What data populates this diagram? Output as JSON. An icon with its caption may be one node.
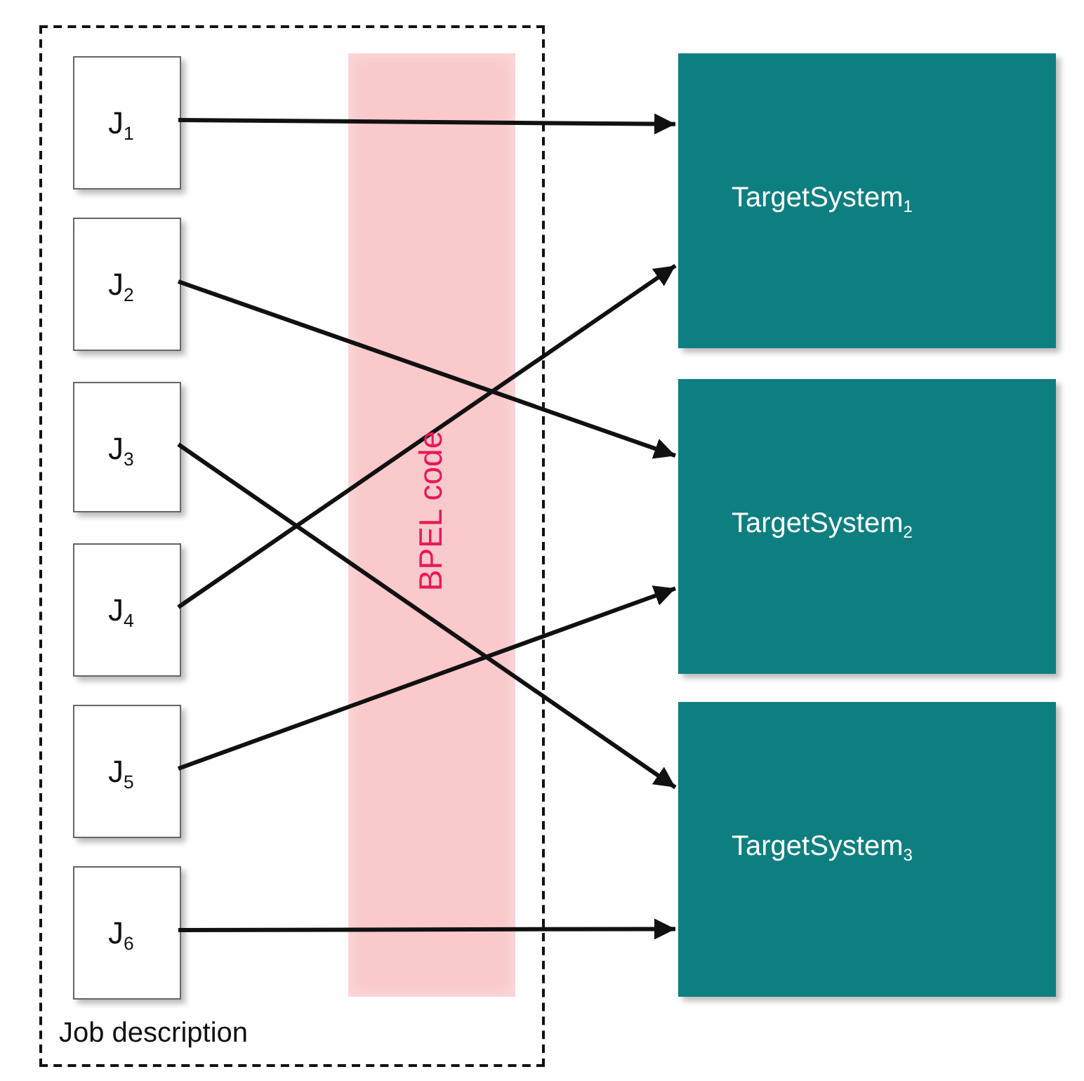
{
  "diagram": {
    "nodes": [
      {
        "text": [
          "Job description"
        ]
      },
      {
        "text": [
          "J$_{1}$"
        ],
        "in": 0
      },
      {
        "text": [
          "J$_{2}$"
        ],
        "in": 0
      },
      {
        "text": [
          "J$_{3}$"
        ],
        "in": 0
      },
      {
        "text": [
          "J$_{4}$"
        ],
        "in": 0
      },
      {
        "text": [
          "J$_{5}$"
        ],
        "in": 0
      },
      {
        "text": [
          "J$_{6}$"
        ],
        "in": 0
      },
      {
        "text": [
          "TargetSystem$_{1}$"
        ]
      },
      {
        "text": [
          "TargetSystem$_{2}$"
        ]
      },
      {
        "text": [
          "TargetSystem$_{3}$"
        ]
      }
    ],
    "edges": [
      {
        "from": 1,
        "to": 7,
        "arrow": "to"
      },
      {
        "from": 2,
        "to": 8,
        "arrow": "to"
      },
      {
        "from": 3,
        "to": 9,
        "arrow": "to"
      },
      {
        "from": 4,
        "to": 7,
        "arrow": "to"
      },
      {
        "from": 5,
        "to": 8,
        "arrow": "to"
      },
      {
        "from": 6,
        "to": 9,
        "arrow": "to"
      }
    ],
    "labels": [
      "BPEL code"
    ]
  }
}
